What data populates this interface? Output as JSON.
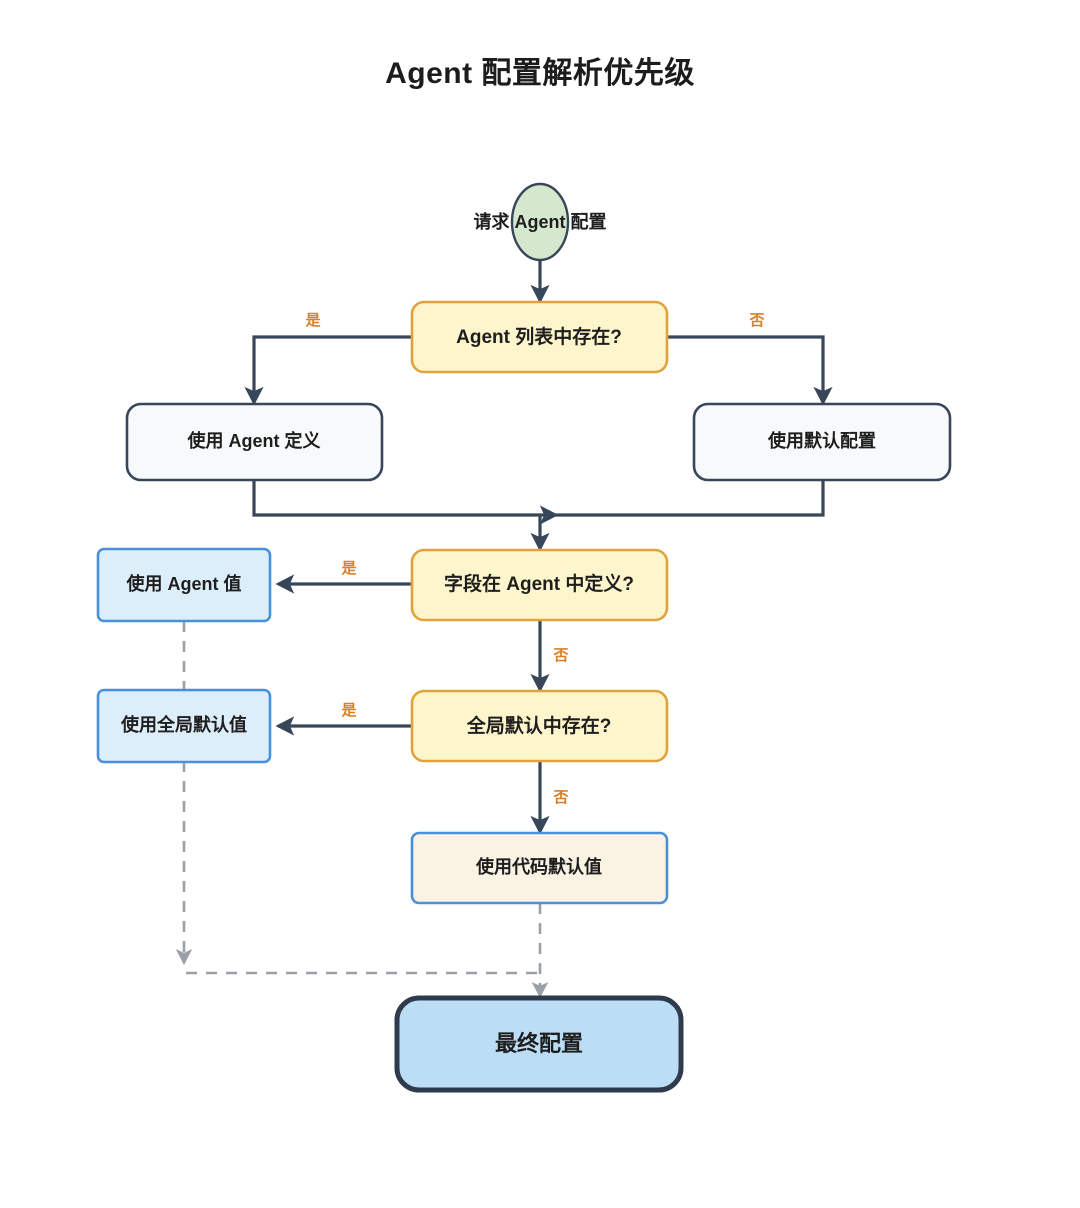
{
  "title": "Agent 配置解析优先级",
  "diagram": {
    "type": "flowchart",
    "direction": "top-down",
    "nodes": {
      "start": {
        "id": "start",
        "label": "请求 Agent 配置",
        "shape": "ellipse",
        "fill": "#d4e8cd",
        "stroke": "#38465a"
      },
      "decision_agent_list": {
        "id": "decision_agent_list",
        "label": "Agent 列表中存在?",
        "shape": "decision-box",
        "fill": "#fdf5cb",
        "stroke": "#e0a33b"
      },
      "use_agent_def": {
        "id": "use_agent_def",
        "label": "使用 Agent 定义",
        "shape": "process",
        "fill": "#f7f9fb",
        "stroke": "#38465a"
      },
      "use_default_cfg": {
        "id": "use_default_cfg",
        "label": "使用默认配置",
        "shape": "process",
        "fill": "#f7f9fb",
        "stroke": "#38465a"
      },
      "decision_field_in_agent": {
        "id": "decision_field_in_agent",
        "label": "字段在 Agent 中定义?",
        "shape": "decision-box",
        "fill": "#fdf5cb",
        "stroke": "#e0a33b"
      },
      "use_agent_value": {
        "id": "use_agent_value",
        "label": "使用 Agent 值",
        "shape": "process",
        "fill": "#ddeefb",
        "stroke": "#4a90d9"
      },
      "decision_global_default": {
        "id": "decision_global_default",
        "label": "全局默认中存在?",
        "shape": "decision-box",
        "fill": "#fdf5cb",
        "stroke": "#e0a33b"
      },
      "use_global_default": {
        "id": "use_global_default",
        "label": "使用全局默认值",
        "shape": "process",
        "fill": "#ddeefb",
        "stroke": "#4a90d9"
      },
      "use_code_default": {
        "id": "use_code_default",
        "label": "使用代码默认值",
        "shape": "process",
        "fill": "#faf2e3",
        "stroke": "#4a90d9"
      },
      "final_config": {
        "id": "final_config",
        "label": "最终配置",
        "shape": "terminal",
        "fill": "#bbdef6",
        "stroke": "#2f3b4d"
      }
    },
    "edges": [
      {
        "from": "start",
        "to": "decision_agent_list",
        "label": "",
        "style": "solid"
      },
      {
        "from": "decision_agent_list",
        "to": "use_agent_def",
        "label": "是",
        "style": "solid"
      },
      {
        "from": "decision_agent_list",
        "to": "use_default_cfg",
        "label": "否",
        "style": "solid"
      },
      {
        "from": "use_agent_def",
        "to": "decision_field_in_agent",
        "label": "",
        "style": "solid"
      },
      {
        "from": "use_default_cfg",
        "to": "decision_field_in_agent",
        "label": "",
        "style": "solid"
      },
      {
        "from": "decision_field_in_agent",
        "to": "use_agent_value",
        "label": "是",
        "style": "solid"
      },
      {
        "from": "decision_field_in_agent",
        "to": "decision_global_default",
        "label": "否",
        "style": "solid"
      },
      {
        "from": "decision_global_default",
        "to": "use_global_default",
        "label": "是",
        "style": "solid"
      },
      {
        "from": "decision_global_default",
        "to": "use_code_default",
        "label": "否",
        "style": "solid"
      },
      {
        "from": "use_agent_value",
        "to": "final_config",
        "label": "",
        "style": "dashed"
      },
      {
        "from": "use_code_default",
        "to": "final_config",
        "label": "",
        "style": "dashed"
      }
    ],
    "edge_label_yes": "是",
    "edge_label_no": "否",
    "colors": {
      "solid_edge": "#38465a",
      "dashed_edge": "#9aa0a6",
      "edge_label_text": "#d9802a",
      "node_text": "#1e1e1e",
      "title_text": "#1c1c1c",
      "background": "#ffffff"
    }
  }
}
